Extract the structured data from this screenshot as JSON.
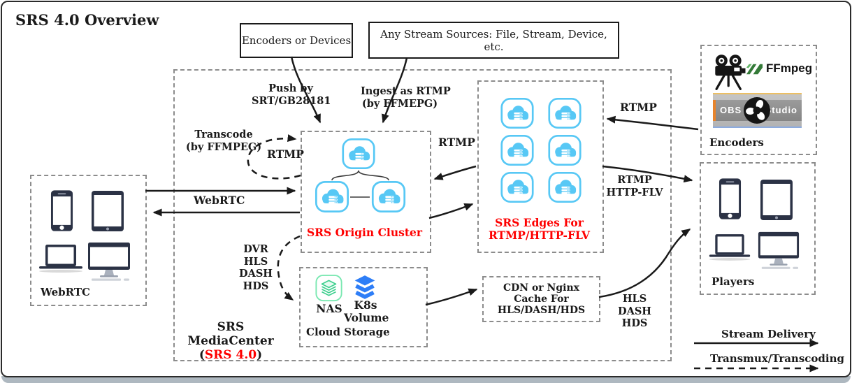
{
  "title": "SRS 4.0 Overview",
  "sources": {
    "encoders_or_devices": "Encoders or Devices",
    "any_stream_sources": "Any Stream Sources: File, Stream, Device, etc."
  },
  "mediacenter": {
    "name": "SRS MediaCenter",
    "version_open": "(",
    "version": "SRS 4.0",
    "version_close": ")"
  },
  "origin_cluster": {
    "label": "SRS Origin Cluster"
  },
  "edges": {
    "line1": "SRS Edges For",
    "line2": "RTMP/HTTP-FLV"
  },
  "cloud_storage": {
    "label": "Cloud Storage",
    "nas": "NAS",
    "k8s1": "K8s",
    "k8s2": "Volume"
  },
  "cdn": {
    "line1": "CDN or Nginx",
    "line2": "Cache For",
    "line3": "HLS/DASH/HDS"
  },
  "webrtc_box": {
    "label": "WebRTC"
  },
  "encoders_box": {
    "label": "Encoders",
    "ffmpeg": "FFmpeg",
    "obs_left": "OBS",
    "obs_right": "Studio"
  },
  "players_box": {
    "label": "Players"
  },
  "flows": {
    "push_by1": "Push by",
    "push_by2": "SRT/GB28181",
    "ingest1": "Ingest as RTMP",
    "ingest2": "(by FFMEPG)",
    "transcode1": "Transcode",
    "transcode2": "(by FFMPEG)",
    "rtmp_loop": "RTMP",
    "webrtc": "WebRTC",
    "rtmp_mid": "RTMP",
    "rtmp_enc": "RTMP",
    "rtmp_flv1": "RTMP",
    "rtmp_flv2": "HTTP-FLV",
    "dvr1": "DVR",
    "dvr2": "HLS",
    "dvr3": "DASH",
    "dvr4": "HDS",
    "hls1": "HLS",
    "hls2": "DASH",
    "hls3": "HDS"
  },
  "legend": {
    "solid": "Stream Delivery",
    "dashed": "Transmux/Transcoding"
  },
  "colors": {
    "cloud_blue": "#57c8f5",
    "label_red": "#fe0000",
    "nas_green": "#3ecf8e",
    "k8s_blue": "#2e7ef7"
  }
}
